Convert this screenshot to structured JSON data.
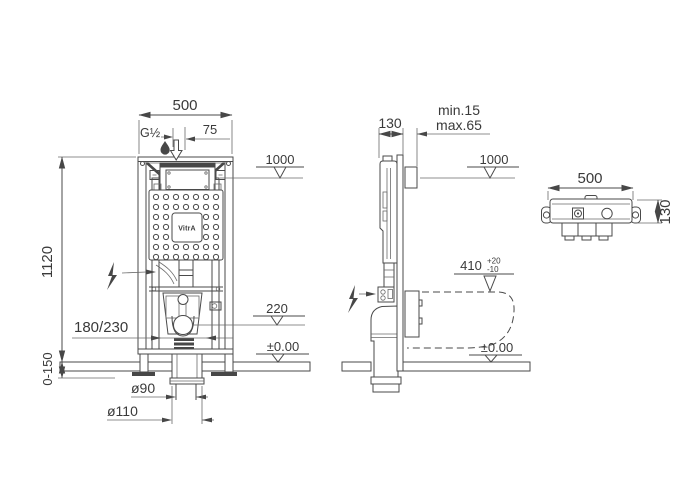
{
  "front_view": {
    "width": "500",
    "inlet_thread": "G½",
    "inlet_offset": "75",
    "bracket_level": "1000",
    "frame_height": "1120",
    "foot_adjust_range": "0-150",
    "outlet_offset": "180/230",
    "outlet_level": "220",
    "floor_level": "±0.00",
    "outlet_diameter": "ø90",
    "sleeve_diameter": "ø110",
    "logo": "VitrA"
  },
  "side_view": {
    "frame_depth": "130",
    "wall_finish_min": "min.15",
    "wall_finish_max": "max.65",
    "bracket_level": "1000",
    "pan_level": "410",
    "pan_level_tol_upper": "+20",
    "pan_level_tol_lower": "-10",
    "floor_level": "±0.00"
  },
  "top_view": {
    "width": "500",
    "depth": "130"
  },
  "colors": {
    "line": "#4a4a4a",
    "text": "#3a3a3a",
    "background": "#ffffff"
  }
}
